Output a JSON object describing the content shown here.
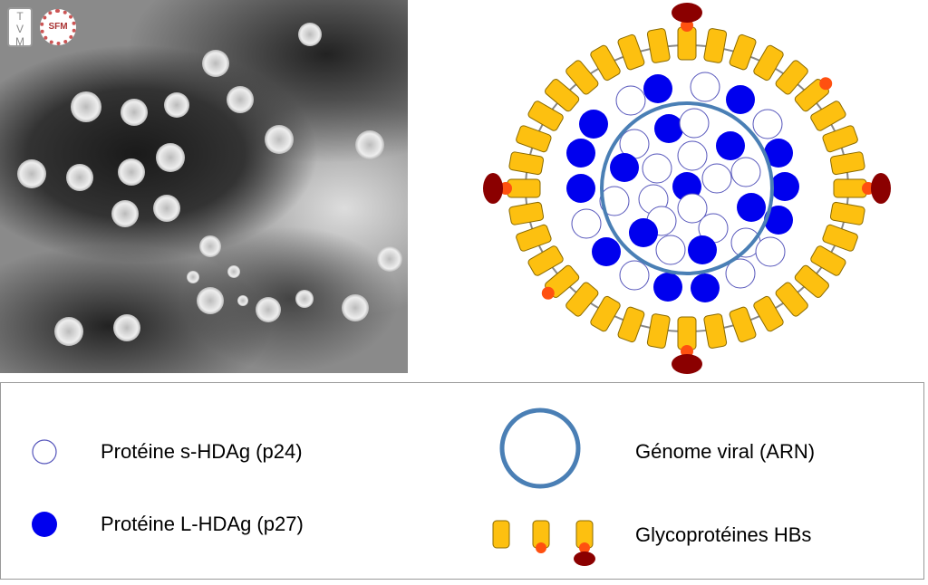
{
  "logos": {
    "tvm": "TVM",
    "sfm": "SFM"
  },
  "legend": {
    "s_hdag": "Protéine s-HDAg (p24)",
    "l_hdag": "Protéine L-HDAg (p27)",
    "genome": "Génome viral (ARN)",
    "glyco": "Glycoprotéines HBs"
  },
  "colors": {
    "l_hdag": "#0000ee",
    "s_hdag_outline": "#5555bb",
    "genome": "#4a7fb5",
    "glyco": "#fdc010",
    "glyco_small": "#ff5010",
    "glyco_large": "#8b0000"
  }
}
